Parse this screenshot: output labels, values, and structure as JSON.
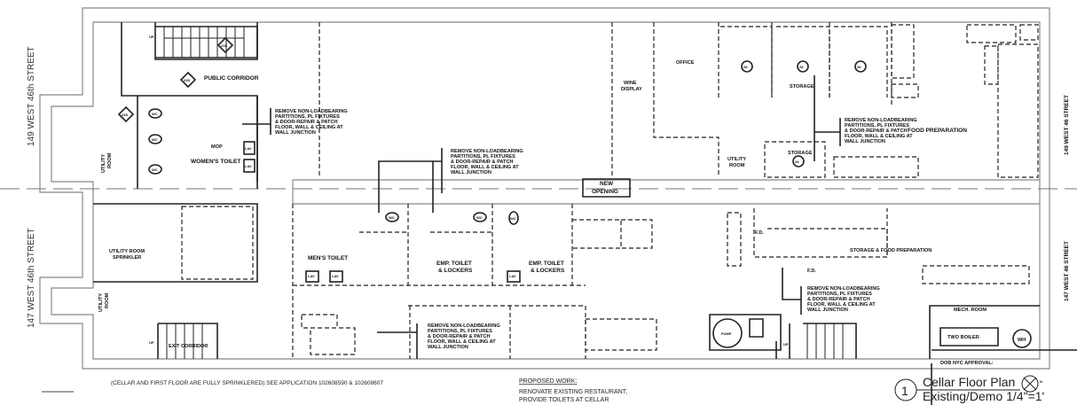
{
  "streets": {
    "left_top": "149 WEST 46th STREET",
    "left_bottom": "147 WEST 46th STREET",
    "right_top": "149 WEST 46  STREET",
    "right_bottom": "147 WEST 46  STREET"
  },
  "rooms": {
    "public_corridor": "PUBLIC CORRIDOR",
    "womens_toilet": "WOMEN'S TOILET",
    "utility_room_top": [
      "UTILITY",
      "ROOM"
    ],
    "mop": "MOP",
    "wine_display": [
      "WINE",
      "DISPLAY"
    ],
    "office": "OFFICE",
    "storage_1": "STORAGE",
    "storage_2": "STORAGE",
    "utility_room_right": [
      "UTILITY",
      "ROOM"
    ],
    "food_preparation": "FOOD PREPARATION",
    "utility_room_sprinkler": [
      "UTILITY ROOM",
      "SPRINKLER"
    ],
    "mens_toilet": "MEN'S TOILET",
    "emp_toilet_1": [
      "EMP. TOILET",
      "& LOCKERS"
    ],
    "emp_toilet_2": [
      "EMP. TOILET",
      "& LOCKERS"
    ],
    "utility_room_bottom": [
      "UTILITY",
      "ROOM"
    ],
    "exit_corridor": "EXIT CORRIDOR",
    "storage_food_prep": "STORAGE   & FOOD PREPARATION",
    "mech_room": "MECH. ROOM",
    "two_boiler": "TWO BOILER",
    "wh": "WH",
    "pump": "PUMP",
    "new_opening": [
      "NEW",
      "OPENING"
    ],
    "fd_1": "F.D.",
    "fd_2": "F.D.",
    "up_1": "UP",
    "up_2": "UP",
    "up_3": "UP"
  },
  "fixtures": {
    "wc": "WC",
    "lav": "LAV"
  },
  "tags": {
    "t28": "28",
    "t29": "29",
    "t23s": "23S"
  },
  "demo_note": [
    "REMOVE NON-LOADBEARING",
    "PARTITIONS, PL FIXTURES",
    "& DOOR-REPAIR & PATCH",
    "FLOOR, WALL & CEILING AT",
    "WALL JUNCTION"
  ],
  "approval": "DOB NYC APPROVAL:",
  "footer": {
    "sprinkler_note": "(CELLAR AND FIRST FLOOR ARE FULLY SPRINKLERED) SEE APPLICATION 102608590 & 102608607",
    "proposed_heading": "PROPOSED WORK:",
    "proposed_lines": [
      "RENOVATE EXISTING RESTAURANT,",
      "PROVIDE TOILETS AT CELLAR"
    ]
  },
  "title_block": {
    "number": "1",
    "title": "Cellar Floor Plan",
    "subtitle": "Existing/Demo 1/4\"=1'",
    "north": "N"
  }
}
